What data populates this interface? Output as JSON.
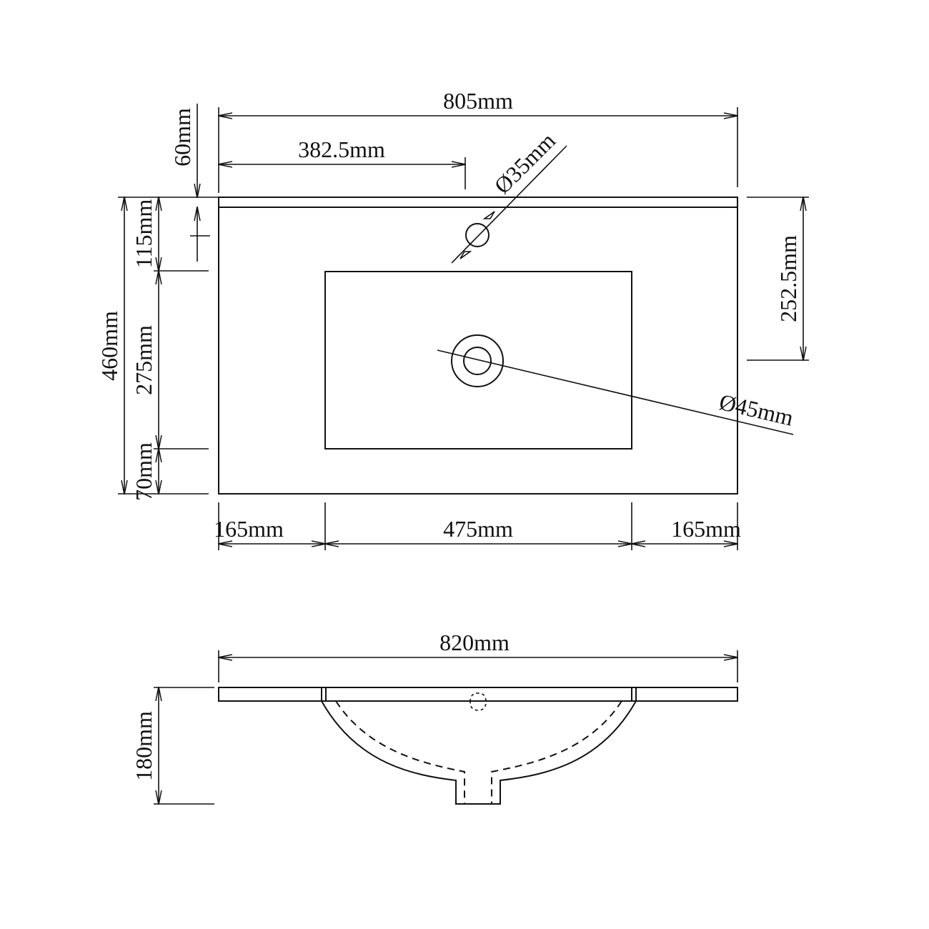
{
  "top_view": {
    "overall_width": "805mm",
    "tap_hole_offset": "382.5mm",
    "back_ledge": "60mm",
    "tap_hole_diameter": "Ø35mm",
    "drain_diameter": "Ø45mm",
    "overall_depth": "460mm",
    "back_to_bowl": "115mm",
    "bowl_depth": "275mm",
    "front_margin": "70mm",
    "drain_offset": "252.5mm",
    "left_margin": "165mm",
    "bowl_width": "475mm",
    "right_margin": "165mm"
  },
  "side_view": {
    "overall_width": "820mm",
    "overall_height": "180mm"
  }
}
